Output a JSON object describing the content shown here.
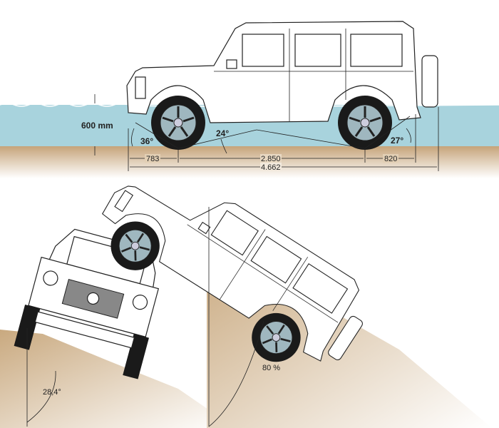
{
  "side_view": {
    "wading_depth": "600 mm",
    "approach_angle": "36°",
    "breakover_angle": "24°",
    "departure_angle": "27°",
    "front_overhang": "783",
    "wheelbase": "2.850",
    "rear_overhang": "820",
    "overall_length": "4.662"
  },
  "front_view": {
    "tilt_angle": "28,4°"
  },
  "climb_view": {
    "gradient": "80 %"
  },
  "colors": {
    "water": "#a8d3dd",
    "ground": "#c9a97f"
  }
}
